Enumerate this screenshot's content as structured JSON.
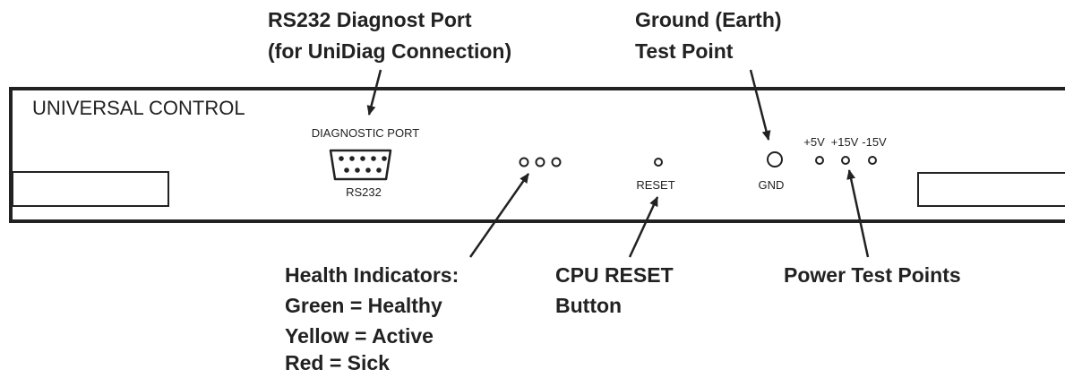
{
  "panel": {
    "title": "UNIVERSAL CONTROL",
    "diagnostic_port_label": "DIAGNOSTIC PORT",
    "rs232_label": "RS232",
    "reset_label": "RESET",
    "gnd_label": "GND",
    "power_labels": [
      "+5V",
      "+15V",
      "-15V"
    ]
  },
  "callouts": {
    "rs232": [
      "RS232 Diagnost Port",
      "(for UniDiag Connection)"
    ],
    "ground": [
      "Ground (Earth)",
      "Test Point"
    ],
    "health": [
      "Health Indicators:",
      "Green = Healthy",
      "Yellow = Active",
      "Red = Sick"
    ],
    "cpu_reset": [
      "CPU RESET",
      "Button"
    ],
    "power": [
      "Power Test Points"
    ]
  },
  "colors": {
    "ink": "#222222",
    "background": "#ffffff"
  }
}
